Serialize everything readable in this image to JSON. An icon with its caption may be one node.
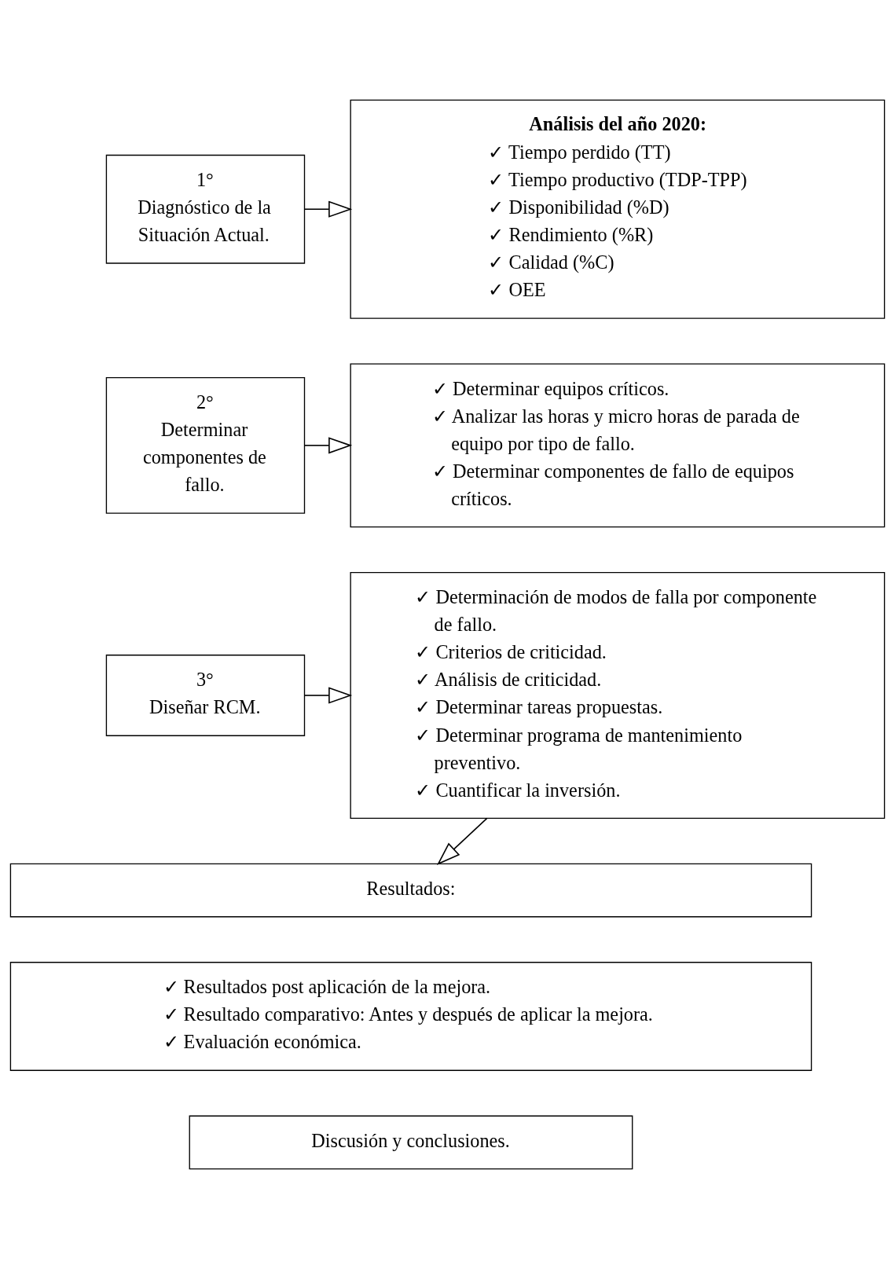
{
  "diagram": {
    "nodes": [
      {
        "text": [
          "1°",
          "Diagnóstico de la Situación Actual."
        ]
      },
      {
        "text": [
          "Análisis del año 2020:",
          "✓ Tiempo perdido (TT)",
          "✓ Tiempo productivo (TDP-TPP)",
          "✓ Disponibilidad (%D)",
          "✓ Rendimiento (%R)",
          "✓ Calidad (%C)",
          "✓ OEE"
        ]
      },
      {
        "text": [
          "2°",
          "Determinar componentes de fallo."
        ]
      },
      {
        "text": [
          "✓ Determinar equipos críticos.",
          "✓ Analizar las horas y micro horas de parada de equipo por tipo de fallo.",
          "✓ Determinar componentes de fallo de equipos críticos."
        ]
      },
      {
        "text": [
          "3°",
          "Diseñar RCM."
        ]
      },
      {
        "text": [
          "✓ Determinación de modos de falla por componente de fallo.",
          "✓ Criterios de criticidad.",
          "✓ Análisis de criticidad.",
          "✓ Determinar tareas propuestas.",
          "✓ Determinar programa de mantenimiento preventivo.",
          "✓ Cuantificar la inversión."
        ]
      },
      {
        "text": [
          "Resultados:"
        ]
      },
      {
        "text": [
          "✓ Resultados post aplicación de la mejora.",
          "✓ Resultado comparativo: Antes y después de aplicar la mejora.",
          "✓ Evaluación económica."
        ]
      },
      {
        "text": [
          "Discusión y conclusiones."
        ]
      }
    ],
    "edges": [
      {
        "from": 0,
        "to": 1,
        "arrow": "to"
      },
      {
        "from": 2,
        "to": 3,
        "arrow": "to"
      },
      {
        "from": 4,
        "to": 5,
        "arrow": "to"
      },
      {
        "from": 5,
        "to": 6,
        "arrow": "to"
      }
    ]
  }
}
